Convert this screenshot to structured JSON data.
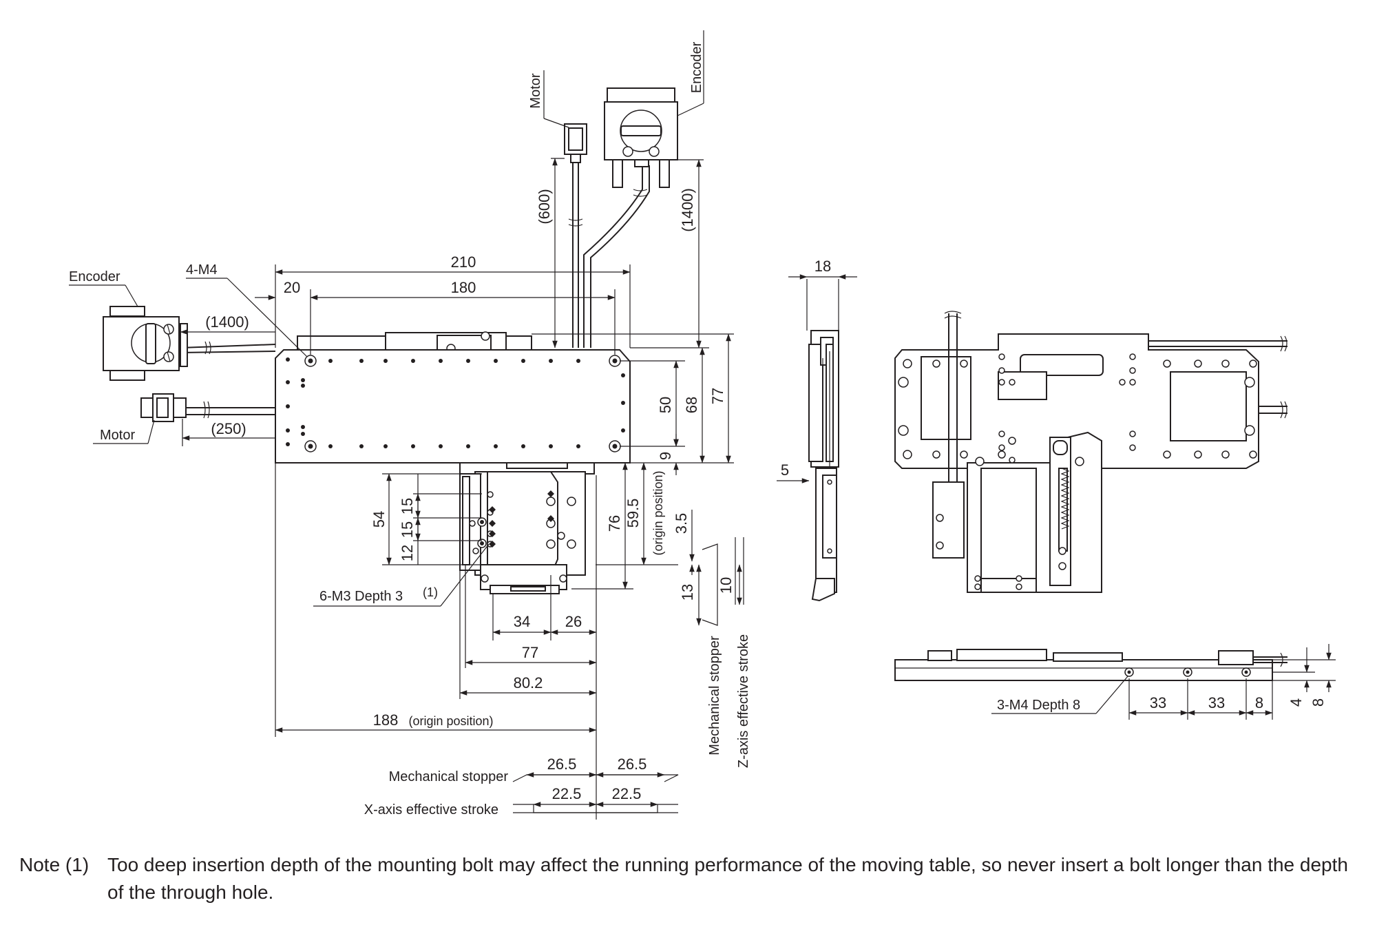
{
  "labels": {
    "encoder": "Encoder",
    "motor": "Motor",
    "four_m4": "4-M4",
    "six_m3": "6-M3 Depth 3",
    "six_m3_sup": "(1)",
    "origin_position": "(origin position)",
    "mechanical_stopper": "Mechanical stopper",
    "x_axis_effective_stroke": "X-axis effective stroke",
    "z_axis_effective_stroke": "Z-axis effective stroke",
    "three_m4": "3-M4 Depth 8"
  },
  "dimensions": {
    "d210": "210",
    "d20": "20",
    "d180": "180",
    "d600": "(600)",
    "d1400_cable": "(1400)",
    "d1400_left": "(1400)",
    "d250": "(250)",
    "d50": "50",
    "d68": "68",
    "d77_v": "77",
    "d9": "9",
    "d54": "54",
    "d15a": "15",
    "d15b": "15",
    "d12": "12",
    "d76": "76",
    "d59_5": "59.5",
    "d3_5": "3.5",
    "d13": "13",
    "d10": "10",
    "d34": "34",
    "d26": "26",
    "d77_h": "77",
    "d80_2": "80.2",
    "d188": "188",
    "d26_5a": "26.5",
    "d26_5b": "26.5",
    "d22_5a": "22.5",
    "d22_5b": "22.5",
    "d18": "18",
    "d5": "5",
    "d33a": "33",
    "d33b": "33",
    "d8a": "8",
    "d4": "4",
    "d8b": "8"
  },
  "note": {
    "prefix": "Note (1)",
    "text": "Too deep insertion depth of the mounting bolt may affect the running performance of the moving table, so never insert a bolt longer than the depth of the through hole."
  }
}
